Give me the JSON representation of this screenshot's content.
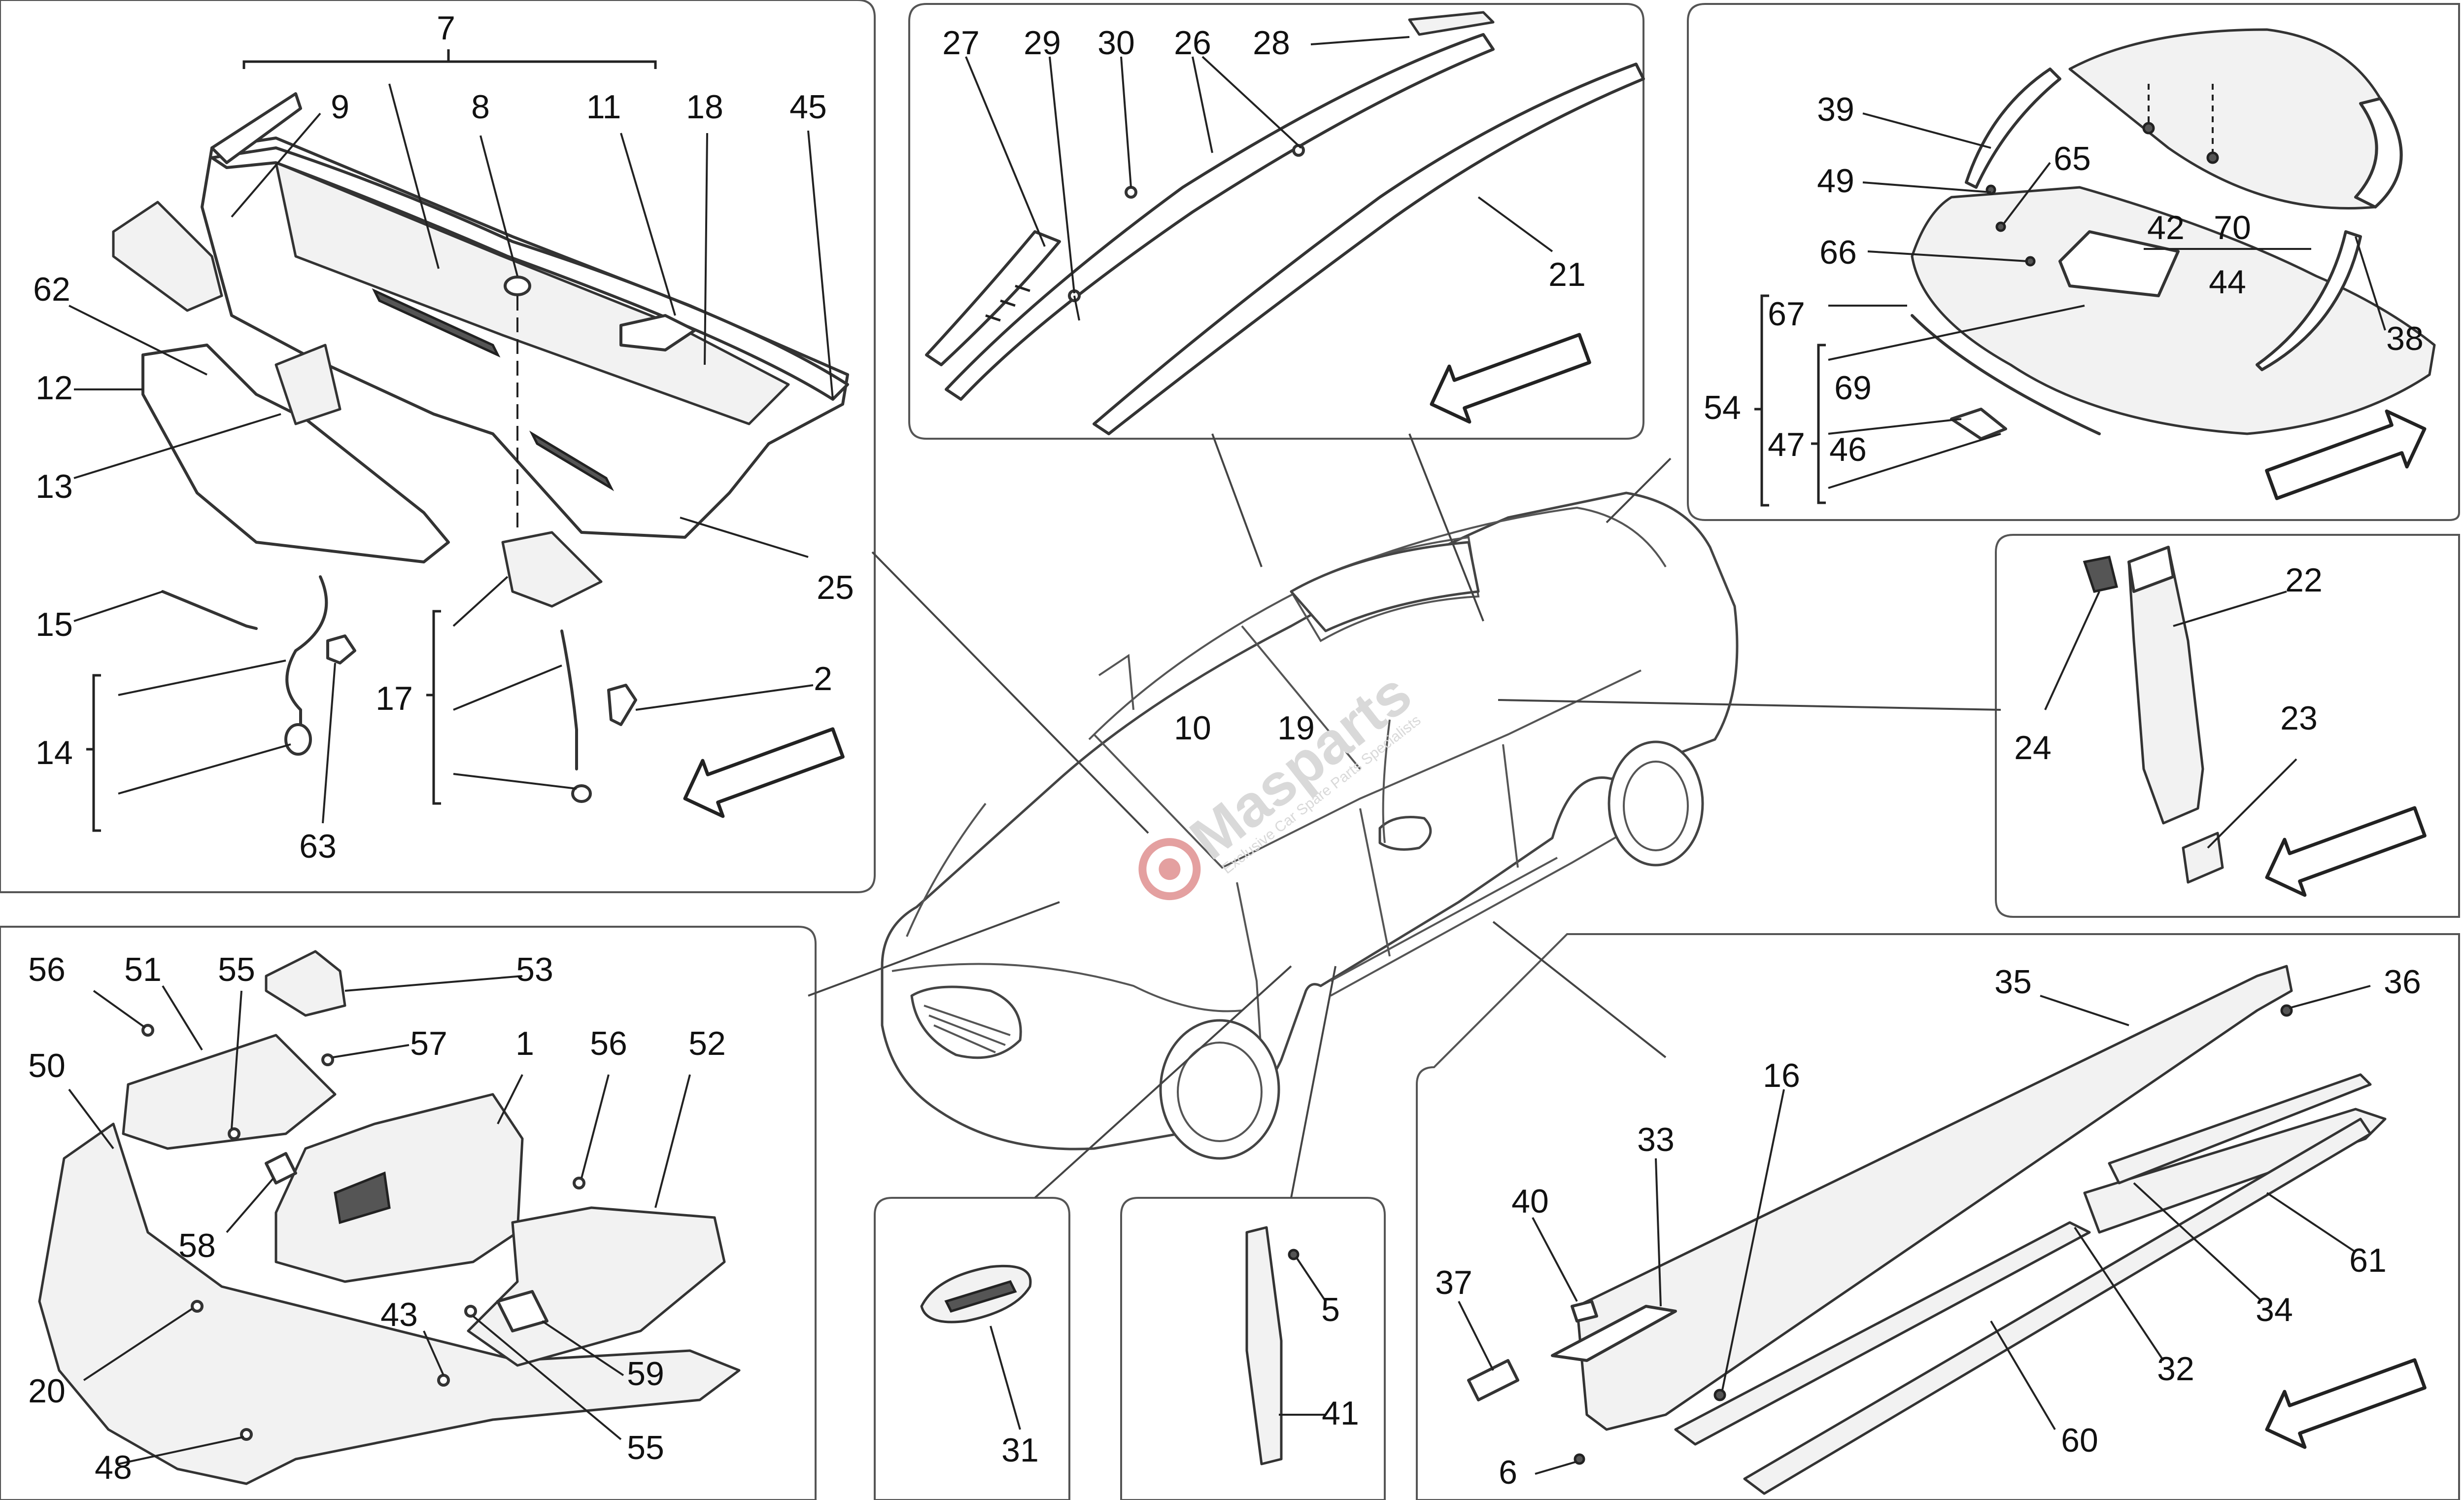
{
  "watermark": {
    "brand": "Masparts",
    "tagline": "Exclusive Car Spare Parts Specialists"
  },
  "callouts": {
    "p7": "7",
    "p9": "9",
    "p8": "8",
    "p11": "11",
    "p18": "18",
    "p45": "45",
    "p62": "62",
    "p12": "12",
    "p13": "13",
    "p25": "25",
    "p15": "15",
    "p14": "14",
    "p63": "63",
    "p17": "17",
    "p2": "2",
    "p27": "27",
    "p29": "29",
    "p30": "30",
    "p26": "26",
    "p28": "28",
    "p21": "21",
    "p39": "39",
    "p49": "49",
    "p65": "65",
    "p66": "66",
    "p42": "42",
    "p70": "70",
    "p44": "44",
    "p67": "67",
    "p69": "69",
    "p54": "54",
    "p47": "47",
    "p46": "46",
    "p38": "38",
    "p22": "22",
    "p24": "24",
    "p23": "23",
    "p10": "10",
    "p19": "19",
    "p56a": "56",
    "p51": "51",
    "p55a": "55",
    "p53": "53",
    "p57": "57",
    "p1": "1",
    "p56b": "56",
    "p52": "52",
    "p50": "50",
    "p58": "58",
    "p43": "43",
    "p59": "59",
    "p20": "20",
    "p55b": "55",
    "p48": "48",
    "p31": "31",
    "p5": "5",
    "p41": "41",
    "p35": "35",
    "p36": "36",
    "p16": "16",
    "p33": "33",
    "p40": "40",
    "p37": "37",
    "p61": "61",
    "p34": "34",
    "p32": "32",
    "p60": "60",
    "p6": "6"
  }
}
